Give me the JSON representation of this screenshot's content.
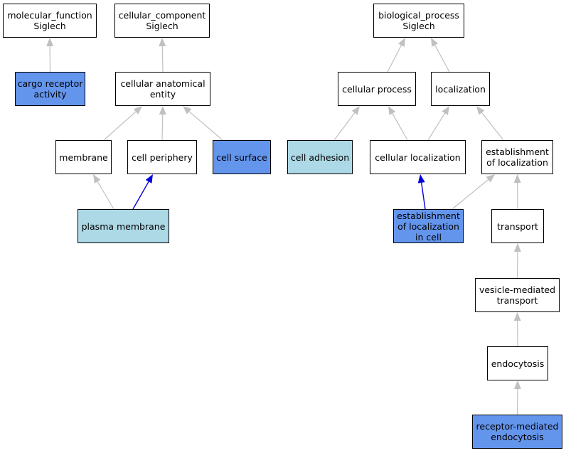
{
  "colors": {
    "node_default": "#ffffff",
    "node_light": "#add8e6",
    "node_highlight": "#6495ed",
    "edge_default": "#c0c0c0",
    "edge_highlight": "#0000dd"
  },
  "nodes": {
    "mf_root": {
      "label": "molecular_function\nSiglech",
      "fill": "white"
    },
    "cc_root": {
      "label": "cellular_component\nSiglech",
      "fill": "white"
    },
    "bp_root": {
      "label": "biological_process\nSiglech",
      "fill": "white"
    },
    "cargo_receptor": {
      "label": "cargo receptor\nactivity",
      "fill": "blue"
    },
    "cellular_anatomical": {
      "label": "cellular anatomical\nentity",
      "fill": "white"
    },
    "cellular_process": {
      "label": "cellular process",
      "fill": "white"
    },
    "localization": {
      "label": "localization",
      "fill": "white"
    },
    "membrane": {
      "label": "membrane",
      "fill": "white"
    },
    "cell_periphery": {
      "label": "cell periphery",
      "fill": "white"
    },
    "cell_surface": {
      "label": "cell surface",
      "fill": "blue"
    },
    "cell_adhesion": {
      "label": "cell adhesion",
      "fill": "light"
    },
    "cellular_localization": {
      "label": "cellular localization",
      "fill": "white"
    },
    "establishment_localization": {
      "label": "establishment\nof localization",
      "fill": "white"
    },
    "plasma_membrane": {
      "label": "plasma membrane",
      "fill": "light"
    },
    "establishment_localization_cell": {
      "label": "establishment\nof localization\nin cell",
      "fill": "blue"
    },
    "transport": {
      "label": "transport",
      "fill": "white"
    },
    "vesicle_transport": {
      "label": "vesicle-mediated\ntransport",
      "fill": "white"
    },
    "endocytosis": {
      "label": "endocytosis",
      "fill": "white"
    },
    "receptor_endocytosis": {
      "label": "receptor-mediated\nendocytosis",
      "fill": "blue"
    }
  },
  "edges": [
    {
      "from": "cargo_receptor",
      "to": "mf_root",
      "type": "default"
    },
    {
      "from": "cellular_anatomical",
      "to": "cc_root",
      "type": "default"
    },
    {
      "from": "membrane",
      "to": "cellular_anatomical",
      "type": "default"
    },
    {
      "from": "cell_periphery",
      "to": "cellular_anatomical",
      "type": "default"
    },
    {
      "from": "cell_surface",
      "to": "cellular_anatomical",
      "type": "default"
    },
    {
      "from": "plasma_membrane",
      "to": "membrane",
      "type": "default"
    },
    {
      "from": "plasma_membrane",
      "to": "cell_periphery",
      "type": "highlight"
    },
    {
      "from": "cellular_process",
      "to": "bp_root",
      "type": "default"
    },
    {
      "from": "localization",
      "to": "bp_root",
      "type": "default"
    },
    {
      "from": "cell_adhesion",
      "to": "cellular_process",
      "type": "default"
    },
    {
      "from": "cellular_localization",
      "to": "cellular_process",
      "type": "default"
    },
    {
      "from": "cellular_localization",
      "to": "localization",
      "type": "default"
    },
    {
      "from": "establishment_localization",
      "to": "localization",
      "type": "default"
    },
    {
      "from": "establishment_localization_cell",
      "to": "cellular_localization",
      "type": "highlight"
    },
    {
      "from": "establishment_localization_cell",
      "to": "establishment_localization",
      "type": "default"
    },
    {
      "from": "transport",
      "to": "establishment_localization",
      "type": "default"
    },
    {
      "from": "vesicle_transport",
      "to": "transport",
      "type": "default"
    },
    {
      "from": "endocytosis",
      "to": "vesicle_transport",
      "type": "default"
    },
    {
      "from": "receptor_endocytosis",
      "to": "endocytosis",
      "type": "default"
    }
  ]
}
